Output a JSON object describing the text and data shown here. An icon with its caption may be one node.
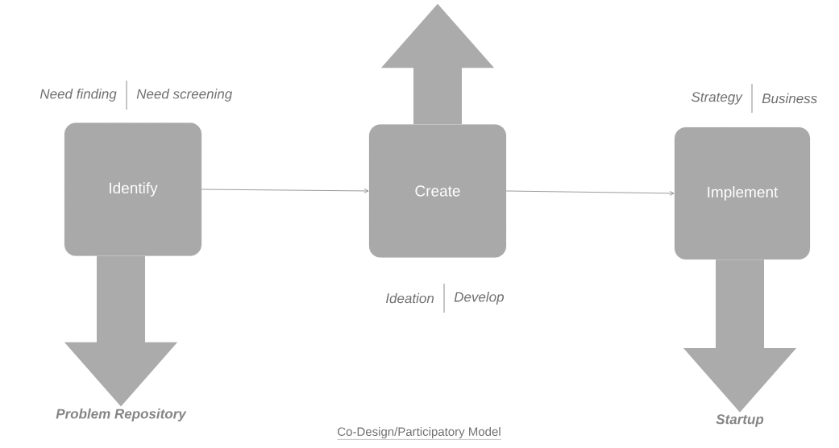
{
  "diagram": {
    "caption": "Co-Design/Participatory Model",
    "nodes": [
      {
        "text": [
          "Identify"
        ],
        "beside": [
          "Need finding",
          "Need screening"
        ]
      },
      {
        "text": [
          "Create"
        ],
        "beside": [
          "Ideation",
          "Develop"
        ]
      },
      {
        "text": [
          "Implement"
        ],
        "beside": [
          "Strategy",
          "Business"
        ]
      },
      {
        "text": [
          "Problem Repository"
        ]
      },
      {
        "text": [
          "Startup"
        ]
      }
    ],
    "edges": [
      {
        "from": 0,
        "to": 1,
        "arrow": "to"
      },
      {
        "from": 1,
        "to": 2,
        "arrow": "to"
      },
      {
        "from": 0,
        "to": 3,
        "arrow": "to"
      },
      {
        "from": 1,
        "to": null,
        "arrow": "to"
      },
      {
        "from": 2,
        "to": 4,
        "arrow": "to"
      }
    ]
  }
}
